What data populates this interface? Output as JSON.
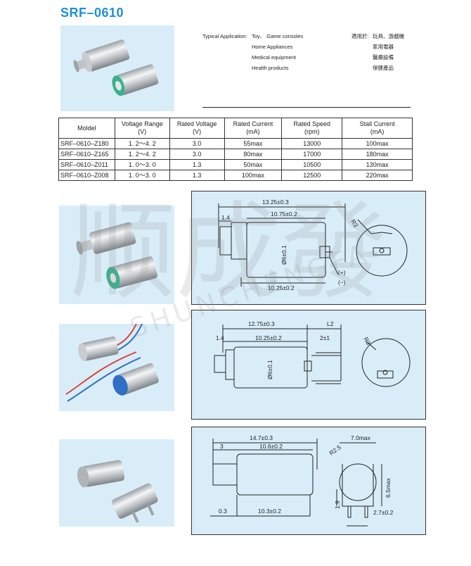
{
  "title": "SRF–0610",
  "applications": {
    "label_en": "Typical Application:",
    "items_en": [
      "Toy、 Game consoles",
      "Home Appliances",
      "Medical equipment",
      "Health products"
    ],
    "label_cn": "適用於:",
    "items_cn": [
      "玩具、游戲機",
      "家用電器",
      "醫療設備",
      "保健產品"
    ]
  },
  "table": {
    "headers": [
      {
        "line1": "Moldel",
        "line2": ""
      },
      {
        "line1": "Voltage Range",
        "line2": "(V)"
      },
      {
        "line1": "Rated Voltage",
        "line2": "(V)"
      },
      {
        "line1": "Rated Current",
        "line2": "(mA)"
      },
      {
        "line1": "Rated Speed",
        "line2": "(rpm)"
      },
      {
        "line1": "Stall Current",
        "line2": "(mA)"
      }
    ],
    "rows": [
      [
        "SRF–0610–Z180",
        "1. 2～4. 2",
        "3.0",
        "55max",
        "13000",
        "100max"
      ],
      [
        "SRF–0610–Z165",
        "1. 2～4. 2",
        "3.0",
        "80max",
        "17000",
        "180max"
      ],
      [
        "SRF–0610–Z011",
        "1. 0～3. 0",
        "1.3",
        "50max",
        "10500",
        "130max"
      ],
      [
        "SRF–0610–Z008",
        "1. 0～3. 0",
        "1.3",
        "100max",
        "12500",
        "220max"
      ]
    ]
  },
  "drawing1": {
    "overall": "13.25±0.3",
    "body": "10.75±0.2",
    "shaft": "1.4",
    "bottom": "10.25±0.2",
    "diameter": "Ø6±0.1",
    "radius": "R3",
    "plus": "(+)",
    "minus": "(−)"
  },
  "drawing2": {
    "overall": "12.75±0.3",
    "lead": "L2",
    "shaft": "1.4",
    "body": "10.25±0.2",
    "pin": "2±1",
    "diameter": "Ø6±0.1",
    "radius": "R3"
  },
  "drawing3": {
    "overall": "14.7±0.3",
    "body": "10.6±0.2",
    "shaft": "3",
    "width": "7.0max",
    "radius": "R2.5",
    "height": "6.5max",
    "side": "1.9",
    "gap": "0.3",
    "bottom": "10.3±0.2",
    "pitch": "2.7±0.2"
  },
  "watermark": {
    "cn": "顺成發",
    "en": "SHUNCHENGFA"
  }
}
